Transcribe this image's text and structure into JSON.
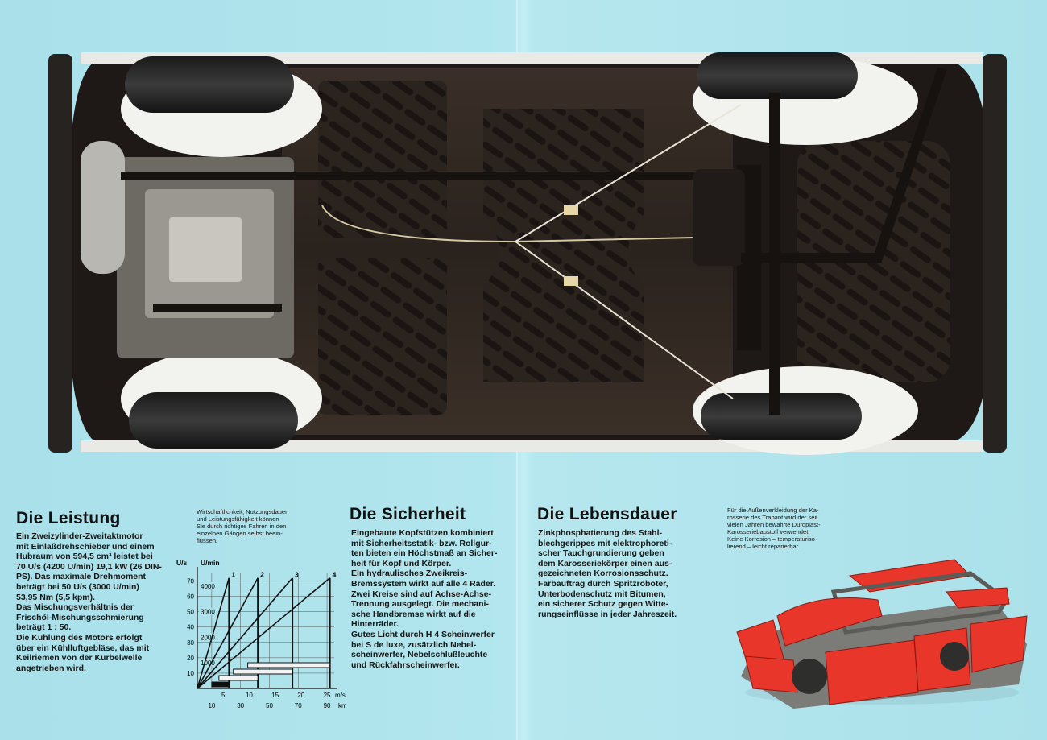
{
  "sections": {
    "leistung": {
      "heading": "Die Leistung",
      "body": "Ein Zweizylinder-Zweitaktmotor\nmit Einlaßdrehschieber und einem\nHubraum von 594,5 cm³ leistet bei\n70 U/s (4200 U/min) 19,1 kW (26 DIN-\nPS). Das maximale Drehmoment\nbeträgt bei 50 U/s (3000 U/min)\n53,95 Nm (5,5 kpm).\nDas Mischungsverhältnis der\nFrischöl-Mischungsschmierung\nbeträgt 1 : 50.\nDie Kühlung des Motors erfolgt\nüber ein Kühlluftgebläse, das mit\nKeilriemen von der Kurbelwelle\nangetrieben wird."
    },
    "wirtschaftlichkeit": {
      "body": "Wirtschaftlichkeit, Nutzungsdauer\nund Leistungsfähigkeit können\nSie durch richtiges Fahren in den\neinzelnen Gängen selbst beein-\nflussen."
    },
    "sicherheit": {
      "heading": "Die Sicherheit",
      "body": "Eingebaute Kopfstützen kombiniert\nmit Sicherheitsstatik- bzw. Rollgur-\nten bieten ein Höchstmaß an Sicher-\nheit für Kopf und Körper.\nEin hydraulisches Zweikreis-\nBremssystem wirkt auf alle 4 Räder.\nZwei Kreise sind auf Achse-Achse-\nTrennung ausgelegt. Die mechani-\nsche Handbremse wirkt auf die\nHinterräder.\nGutes Licht durch H 4 Scheinwerfer\nbei S de luxe, zusätzlich Nebel-\nscheinwerfer, Nebelschlußleuchte\nund Rückfahrscheinwerfer."
    },
    "lebensdauer": {
      "heading": "Die Lebensdauer",
      "body": "Zinkphosphatierung des Stahl-\nblechgerippes mit elektrophoreti-\nscher Tauchgrundierung geben\ndem Karosseriekörper einen aus-\ngezeichneten Korrosionsschutz.\nFarbauftrag durch Spritzroboter,\nUnterbodenschutz mit Bitumen,\nein sicherer Schutz gegen Witte-\nrungseinflüsse in jeder Jahreszeit."
    },
    "aussenverkleidung": {
      "body": "Für die Außenverkleidung der Ka-\nrosserie des Trabant wird der seit\nvielen Jahren bewährte Duroplast-\nKarosseriebaustoff verwendet.\nKeine Korrosion – temperaturiso-\nlierend – leicht reparierbar."
    }
  },
  "chart_data": {
    "type": "line",
    "y_left_label": "U/s",
    "y_right_label": "U/min",
    "y_left_ticks": [
      "10",
      "20",
      "30",
      "40",
      "50",
      "60",
      "70"
    ],
    "y_right_ticks": [
      "1000",
      "2000",
      "3000",
      "4000"
    ],
    "x_top_ticks": [
      "5",
      "10",
      "15",
      "20",
      "25"
    ],
    "x_top_unit": "m/s",
    "x_bottom_ticks": [
      "10",
      "30",
      "50",
      "70",
      "90"
    ],
    "x_bottom_unit": "km/h",
    "ylim": [
      0,
      75
    ],
    "xlim_kmh": [
      0,
      95
    ],
    "series": [
      {
        "name": "1",
        "points": [
          [
            0,
            0
          ],
          [
            22,
            72
          ]
        ],
        "band": [
          10,
          22
        ]
      },
      {
        "name": "2",
        "points": [
          [
            0,
            0
          ],
          [
            42,
            72
          ]
        ],
        "band": [
          15,
          42
        ]
      },
      {
        "name": "3",
        "points": [
          [
            0,
            0
          ],
          [
            66,
            72
          ]
        ],
        "band": [
          25,
          66
        ]
      },
      {
        "name": "4",
        "points": [
          [
            0,
            0
          ],
          [
            92,
            72
          ]
        ],
        "band": [
          35,
          92
        ]
      }
    ]
  },
  "colors": {
    "background": "#aee3ec",
    "body_panels": "#e8362a",
    "text": "#141414"
  }
}
